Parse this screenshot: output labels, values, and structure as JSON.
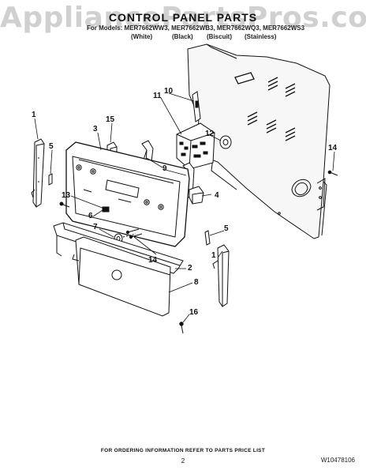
{
  "watermark": "AppliancePartsPros.com",
  "title": "CONTROL PANEL PARTS",
  "models_line": "For Models: MER7662WW3, MER7662WB3, MER7662WQ3, MER7662WS3",
  "colors": [
    "(White)",
    "(Black)",
    "(Biscuit)",
    "(Stainless)"
  ],
  "callouts": [
    "1",
    "5",
    "3",
    "15",
    "13",
    "6",
    "7",
    "14",
    "10",
    "11",
    "12",
    "9",
    "4",
    "14",
    "5",
    "1",
    "2",
    "8",
    "16"
  ],
  "footer": "FOR ORDERING INFORMATION REFER TO PARTS PRICE LIST",
  "page_number": "2",
  "doc_id": "W10478106"
}
